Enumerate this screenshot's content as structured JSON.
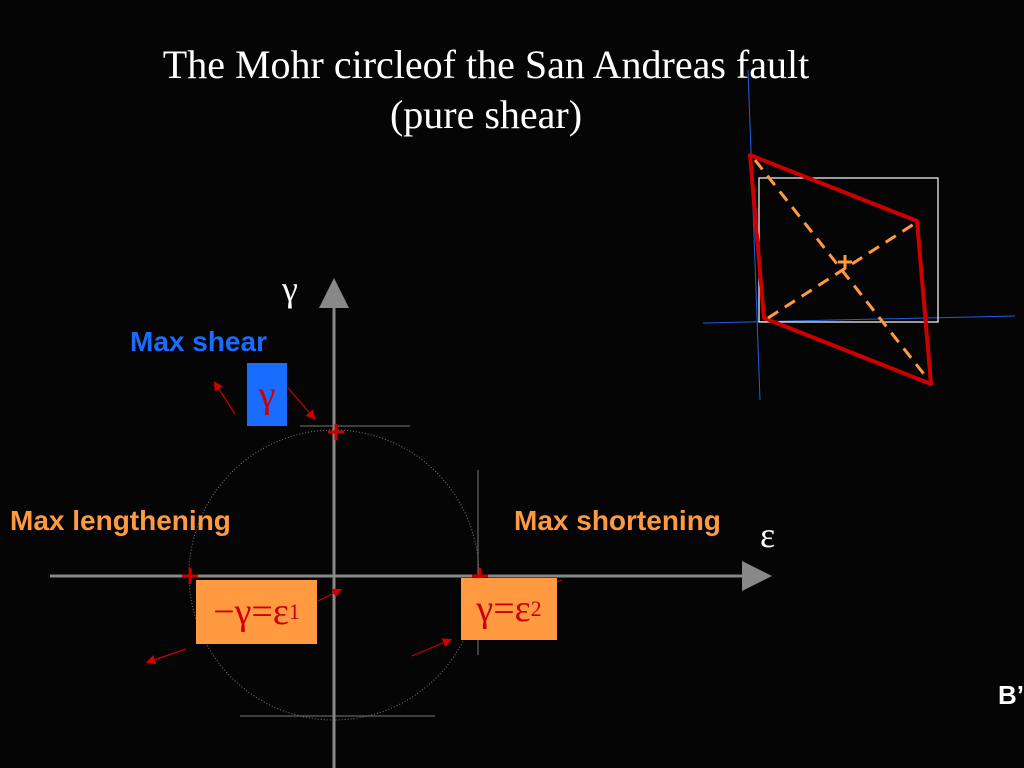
{
  "title": {
    "line1": "The Mohr circleof the San Andreas fault",
    "line2": "(pure shear)"
  },
  "axes": {
    "y_symbol": "γ",
    "x_symbol": "ε"
  },
  "labels": {
    "max_shear": "Max shear",
    "max_lengthening": "Max lengthening",
    "max_shortening": "Max shortening"
  },
  "boxes": {
    "shear": {
      "text": "γ"
    },
    "left": {
      "main": "−γ=ε",
      "sub": "1"
    },
    "right": {
      "main": "γ=ε",
      "sub": "2"
    }
  },
  "corner_text": "B’",
  "colors": {
    "background": "#050505",
    "blue": "#1a6cff",
    "orange": "#ff9a40",
    "red": "#cc0000",
    "axis_gray": "#888888",
    "thin_blue": "#1f5fe0"
  }
}
